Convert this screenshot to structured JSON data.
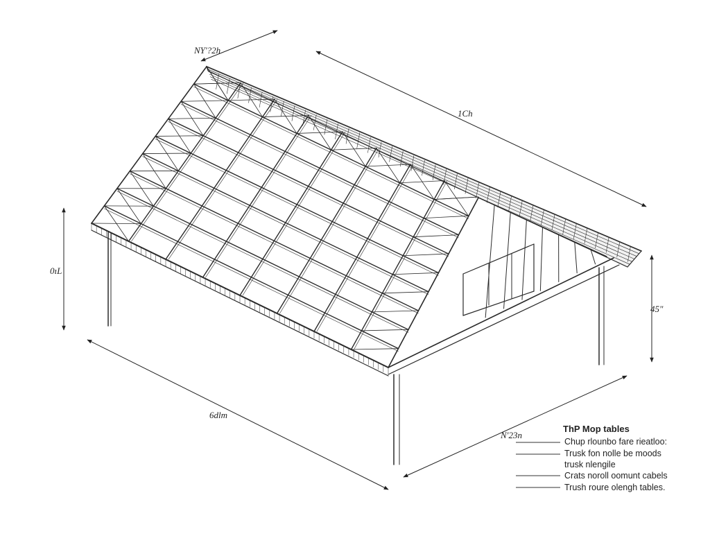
{
  "dimensions": {
    "top_left": "NY'?2h",
    "top_right": "1Ch",
    "left_height": "0ıL",
    "right_height": "45\"",
    "bottom_length": "6dlm",
    "bottom_width": "N'23n"
  },
  "legend": {
    "title": "ThP Mop tables",
    "lines": [
      "Chup rlounbo fare rieatloo:",
      "Trusk fon nolle be moods",
      "trusk nlengile",
      "Crats noroll oomunt cabels",
      "Trush roure olengh tables."
    ]
  },
  "colors": {
    "ink": "#2a2a2a",
    "paper": "#ffffff"
  }
}
